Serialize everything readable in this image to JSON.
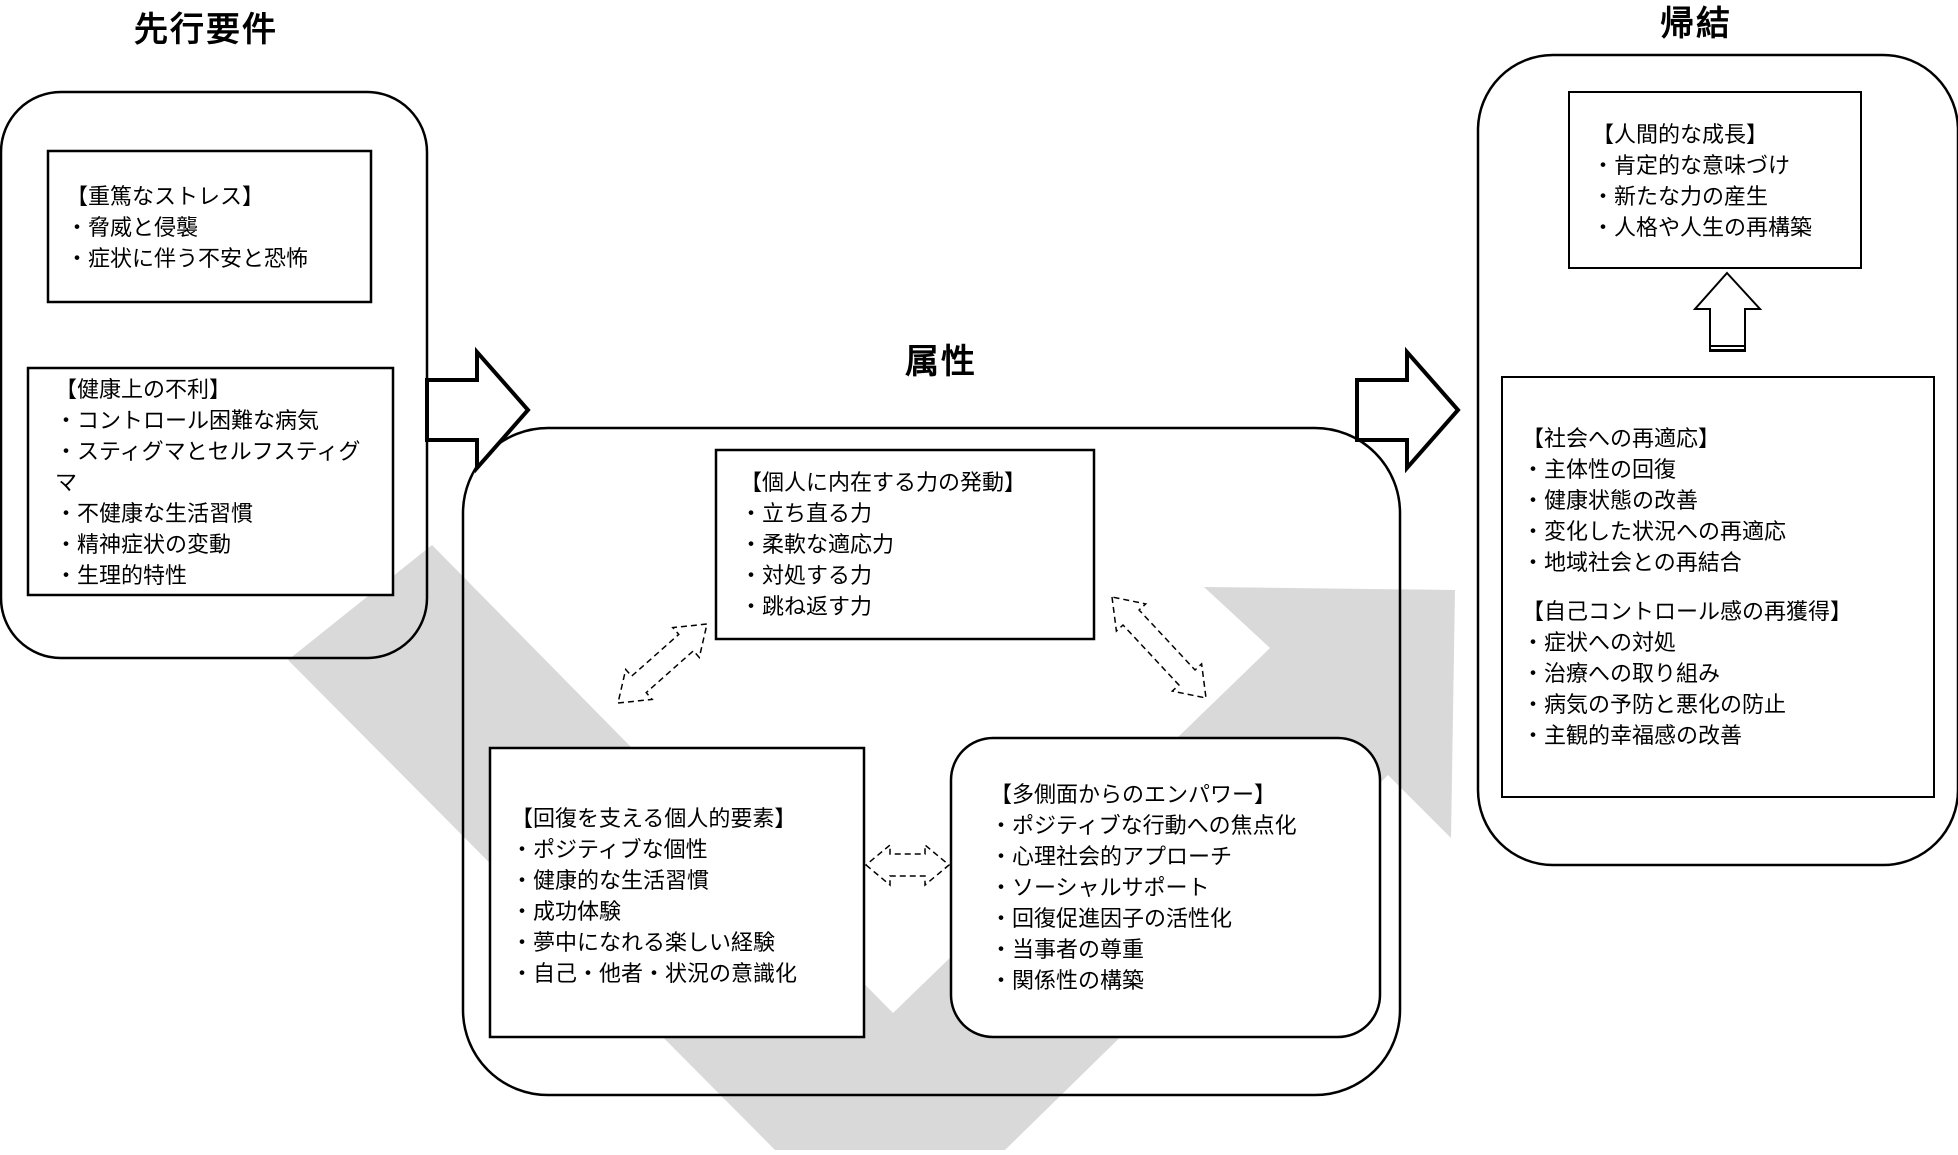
{
  "titles": {
    "antecedents": "先行要件",
    "attributes": "属性",
    "consequences": "帰結"
  },
  "antecedents": {
    "stress": {
      "header": "【重篤なストレス】",
      "items": [
        "・脅威と侵襲",
        "・症状に伴う不安と恐怖"
      ]
    },
    "health": {
      "header": "【健康上の不利】",
      "items": [
        "・コントロール困難な病気",
        "・スティグマとセルフスティグマ",
        "・不健康な生活習慣",
        "・精神症状の変動",
        "・生理的特性"
      ]
    }
  },
  "attributes": {
    "inner_power": {
      "header": "【個人に内在する力の発動】",
      "items": [
        "・立ち直る力",
        "・柔軟な適応力",
        "・対処する力",
        "・跳ね返す力"
      ]
    },
    "personal_factors": {
      "header": "【回復を支える個人的要素】",
      "items": [
        "・ポジティブな個性",
        "・健康的な生活習慣",
        "・成功体験",
        "・夢中になれる楽しい経験",
        "・自己・他者・状況の意識化"
      ]
    },
    "empowerment": {
      "header": "【多側面からのエンパワー】",
      "items": [
        "・ポジティブな行動への焦点化",
        "・心理社会的アプローチ",
        "・ソーシャルサポート",
        "・回復促進因子の活性化",
        "・当事者の尊重",
        "・関係性の構築"
      ]
    }
  },
  "consequences": {
    "growth": {
      "header": "【人間的な成長】",
      "items": [
        "・肯定的な意味づけ",
        "・新たな力の産生",
        "・人格や人生の再構築"
      ]
    },
    "readaptation": {
      "header": "【社会への再適応】",
      "items": [
        "・主体性の回復",
        "・健康状態の改善",
        "・変化した状況への再適応",
        "・地域社会との再結合"
      ]
    },
    "self_control": {
      "header": "【自己コントロール感の再獲得】",
      "items": [
        "・症状への対処",
        "・治療への取り組み",
        "・病気の予防と悪化の防止",
        "・主観的幸福感の改善"
      ]
    }
  },
  "colors": {
    "flow_arrow": "#d9d9d9",
    "stroke": "#000000"
  }
}
